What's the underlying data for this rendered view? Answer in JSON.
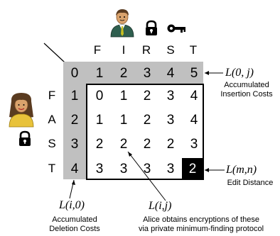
{
  "top_word_letters": [
    "F",
    "I",
    "R",
    "S",
    "T"
  ],
  "side_word_letters": [
    "F",
    "A",
    "S",
    "T"
  ],
  "header_row": [
    "0",
    "1",
    "2",
    "3",
    "4",
    "5"
  ],
  "grid_rows": [
    [
      "1",
      "0",
      "1",
      "2",
      "3",
      "4"
    ],
    [
      "2",
      "1",
      "1",
      "2",
      "3",
      "4"
    ],
    [
      "3",
      "2",
      "2",
      "2",
      "2",
      "3"
    ],
    [
      "4",
      "3",
      "3",
      "3",
      "3",
      "2"
    ]
  ],
  "labels": {
    "insertion_formula": "L(0, j)",
    "insertion_line1": "Accumulated",
    "insertion_line2": "Insertion Costs",
    "final_formula": "L(m,n)",
    "final_text": "Edit Distance",
    "deletion_formula": "L(i,0)",
    "deletion_line1": "Accumulated",
    "deletion_line2": "Deletion Costs",
    "cell_formula": "L(i,j)",
    "cell_line1": "Alice obtains encryptions of these",
    "cell_line2": "via private minimum-finding protocol"
  },
  "icons": [
    "bob-avatar-icon",
    "lock-icon",
    "key-icon",
    "alice-avatar-icon",
    "lock-icon"
  ],
  "colors": {
    "shaded_cell": "#c0c0c0",
    "final_cell": "#000000",
    "bob_jacket": "#2f5f4f",
    "bob_tie": "#c8c020",
    "alice_shirt": "#e8c23a",
    "skin": "#d9a26c",
    "hair": "#5a3b20"
  }
}
